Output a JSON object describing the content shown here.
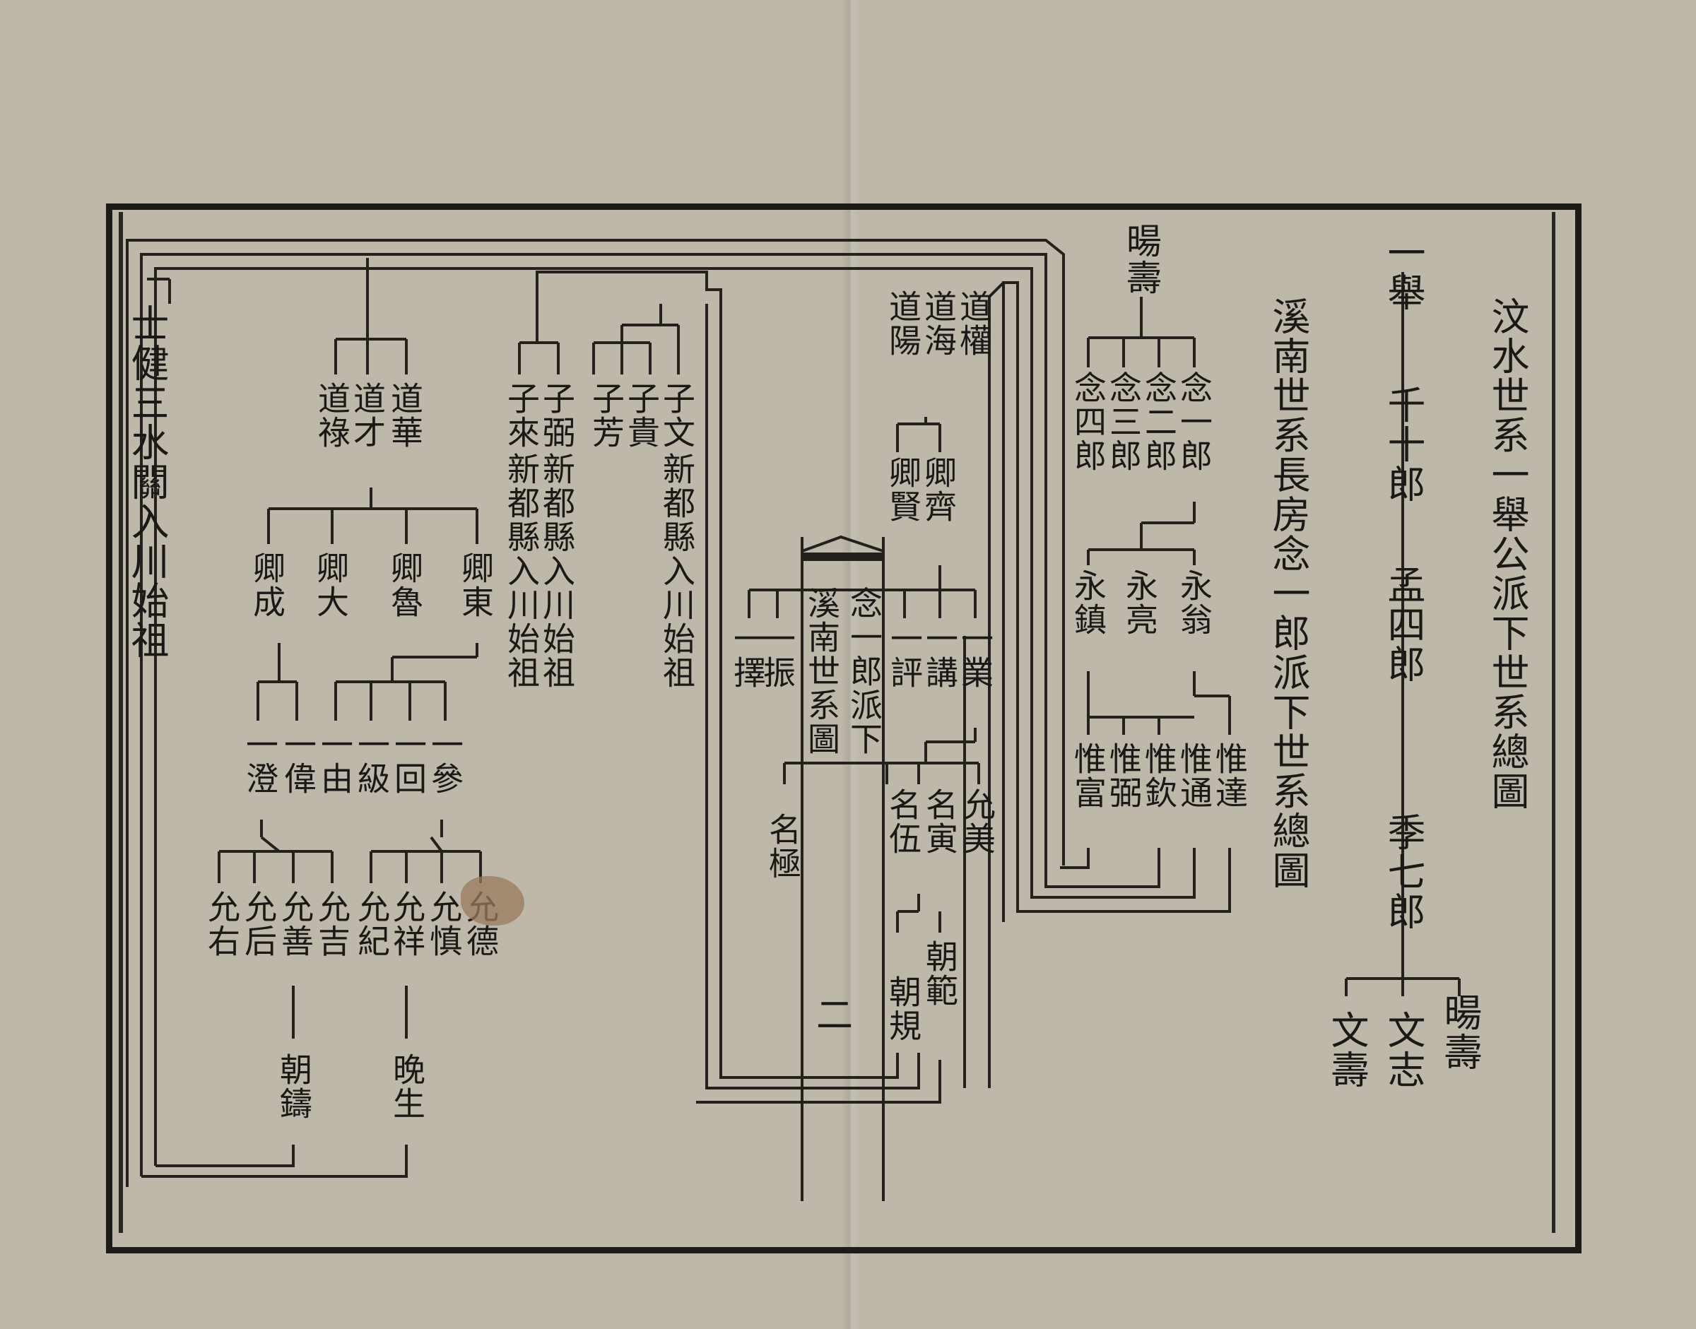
{
  "titles": {
    "main": "汶水世系一舉公派下世系總圖",
    "sub": "溪南世系長房念一郎派下世系總圖"
  },
  "right_lineage": {
    "n1": "一舉",
    "n2": "千十郎",
    "n3": "孟四郎",
    "n4": "季七郎",
    "n5a": "暘壽",
    "n5b": "文志",
    "n5c": "文壽"
  },
  "nian_branch": {
    "top": "暘壽",
    "sons": [
      "念一郎",
      "念二郎",
      "念三郎",
      "念四郎"
    ],
    "yong": [
      "永翁",
      "永亮",
      "永鎮"
    ],
    "wei": [
      "惟達",
      "惟通",
      "惟欽",
      "惟弼",
      "惟富"
    ]
  },
  "dao_branch": {
    "dao": [
      "道權",
      "道海",
      "道陽"
    ],
    "qing": [
      "卿齊",
      "卿賢"
    ],
    "yi": [
      "一業",
      "一講",
      "一評"
    ],
    "note": "念一郎派下",
    "xinan": "溪南世系圖",
    "yi2": [
      "一振",
      "一擇"
    ],
    "ming": [
      "允美",
      "名寅",
      "名伍",
      "名極"
    ],
    "chao": [
      "朝範",
      "朝規"
    ],
    "page_num": "二"
  },
  "zi_branch": {
    "zi": [
      "子文",
      "子貴",
      "子芳",
      "子弼",
      "子來"
    ],
    "notes": [
      "新都縣入川始祖",
      "新都縣入川始祖",
      "新都縣入川始祖"
    ]
  },
  "left_branch": {
    "dao": [
      "道華",
      "道才",
      "道祿"
    ],
    "qing": [
      "卿東",
      "卿魯",
      "卿大",
      "卿成"
    ],
    "yi": [
      "一參",
      "一回",
      "一級",
      "一由",
      "一偉",
      "一澄"
    ],
    "yun": [
      "允德",
      "允慎",
      "允祥",
      "允紀",
      "允吉",
      "允善",
      "允后",
      "允右"
    ],
    "bottom": [
      "晚生",
      "朝鑄"
    ],
    "founder": "士健三水關入川始祖"
  }
}
